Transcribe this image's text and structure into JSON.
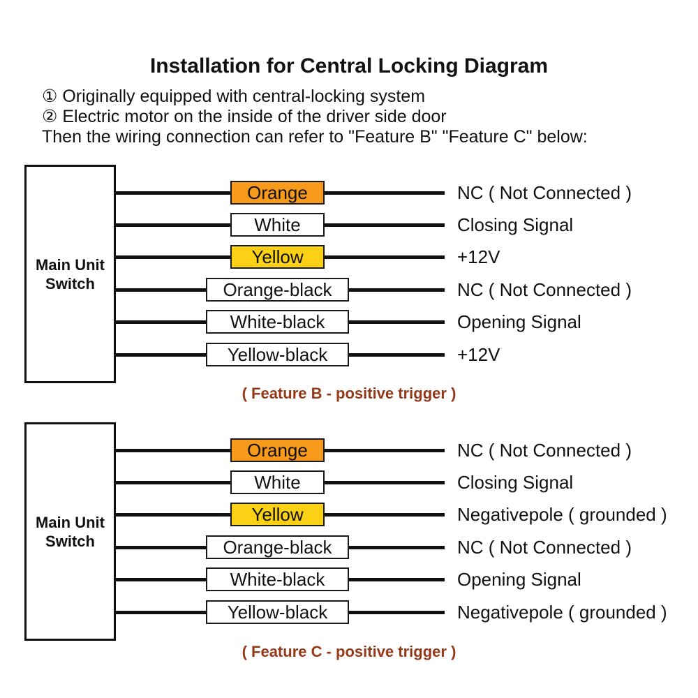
{
  "page": {
    "title": "Installation for Central Locking Diagram",
    "notes": [
      "① Originally equipped with central-locking system",
      "② Electric motor on the inside of the driver side door",
      "Then the wiring connection can refer to \"Feature B\" \"Feature C\" below:"
    ]
  },
  "colors": {
    "orange": "#F89A1B",
    "yellow": "#FBD116",
    "white": "#FFFFFF",
    "wire": "#111111",
    "caption": "#95391B"
  },
  "diagrams": [
    {
      "id": "feature-b",
      "switch_label_lines": [
        "Main Unit",
        "Switch"
      ],
      "caption": "( Feature B - positive trigger )",
      "rows": [
        {
          "wire": "Orange",
          "fill": "orange",
          "signal": "NC ( Not Connected )"
        },
        {
          "wire": "White",
          "fill": "white",
          "signal": "Closing Signal"
        },
        {
          "wire": "Yellow",
          "fill": "yellow",
          "signal": "+12V"
        },
        {
          "wire": "Orange-black",
          "fill": "white",
          "signal": "NC ( Not Connected )"
        },
        {
          "wire": "White-black",
          "fill": "white",
          "signal": "Opening Signal"
        },
        {
          "wire": "Yellow-black",
          "fill": "white",
          "signal": "+12V"
        }
      ]
    },
    {
      "id": "feature-c",
      "switch_label_lines": [
        "Main Unit",
        "Switch"
      ],
      "caption": "( Feature C - positive trigger )",
      "rows": [
        {
          "wire": "Orange",
          "fill": "orange",
          "signal": "NC ( Not Connected )"
        },
        {
          "wire": "White",
          "fill": "white",
          "signal": "Closing Signal"
        },
        {
          "wire": "Yellow",
          "fill": "yellow",
          "signal": "Negativepole ( grounded )"
        },
        {
          "wire": "Orange-black",
          "fill": "white",
          "signal": "NC ( Not Connected )"
        },
        {
          "wire": "White-black",
          "fill": "white",
          "signal": "Opening Signal"
        },
        {
          "wire": "Yellow-black",
          "fill": "white",
          "signal": "Negativepole ( grounded )"
        }
      ]
    }
  ]
}
